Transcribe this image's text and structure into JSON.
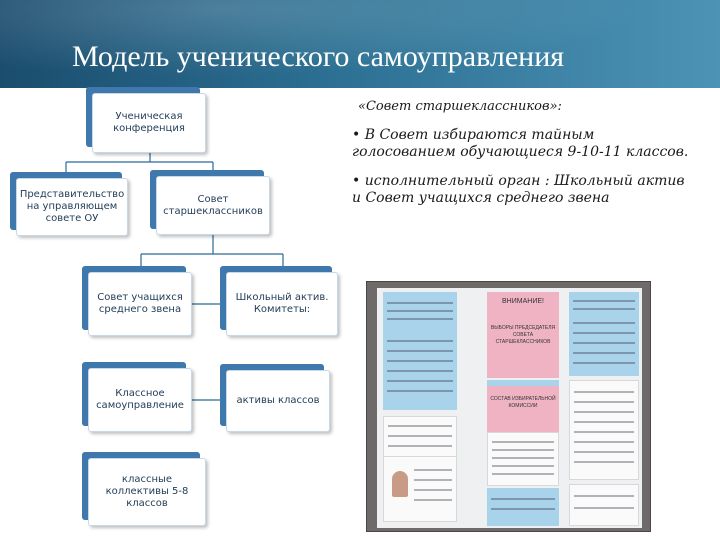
{
  "header": {
    "title": "Модель ученического самоуправления"
  },
  "diagram": {
    "nodes": {
      "conference": "Ученическая конференция",
      "representation": "Представительство на управляющем совете ОУ",
      "senior_council": "Совет старшеклассников",
      "middle_council": "Совет учащихся среднего звена",
      "school_asset": "Школьный актив. Комитеты:",
      "class_self_gov": "Классное самоуправление",
      "class_asset": "активы классов",
      "class_collectives": "классные коллективы 5-8 классов"
    }
  },
  "text_panel": {
    "subtitle": "«Совет старшеклассников»:",
    "bullet_1": "• В Совет избираются тайным голосованием обучающиеся 9-10-11 классов.",
    "bullet_2": "• исполнительный орган : Школьный актив и Совет учащихся среднего звена"
  },
  "photo": {
    "description_icon": "photo-icon",
    "sheet_heading_1": "ВНИМАНИЕ!",
    "sheet_heading_2": "ВЫБОРЫ ПРЕДСЕДАТЕЛЯ СОВЕТА СТАРШЕКЛАССНИКОВ",
    "sheet_heading_3": "СОСТАВ ИЗБИРАТЕЛЬНОЙ КОМИССИИ"
  },
  "colors": {
    "header_dark": "#1b4d6e",
    "header_light": "#4d93b5",
    "node_shadow": "#3e78ad",
    "connector": "#2a6a96"
  }
}
